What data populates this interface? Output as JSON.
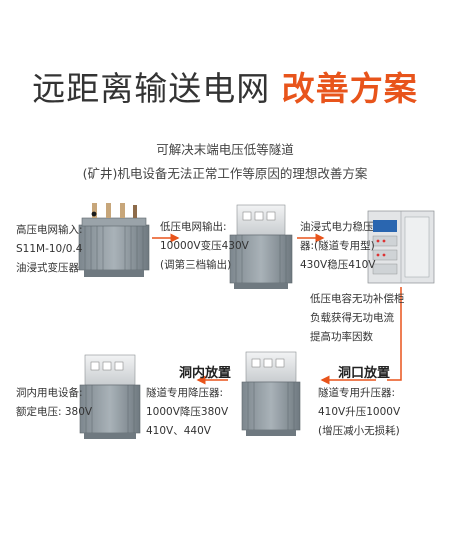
{
  "title": {
    "part1": "远距离输送电网",
    "part2": "改善方案"
  },
  "subtitle": {
    "line1": "可解决末端电压低等隧道",
    "line2": "(矿井)机电设备无法正常工作等原因的理想改善方案"
  },
  "steps": {
    "s1": [
      "高压电网输入:",
      "S11M-10/0.4",
      "油浸式变压器"
    ],
    "s2": [
      "低压电网输出:",
      "10000V变压430V",
      "(调第三档输出)"
    ],
    "s3": [
      "油浸式电力稳压",
      "器:(隧道专用型)",
      "430V稳压410V"
    ],
    "s4": [
      "低压电容无功补偿柜",
      "负载获得无功电流",
      "提高功率因数"
    ],
    "s5": [
      "隧道专用升压器:",
      "410V升压1000V",
      "(增压减小无损耗)"
    ],
    "s6": [
      "隧道专用降压器:",
      "1000V降压380V",
      "410V、440V"
    ],
    "s7": [
      "洞内用电设备:",
      "额定电压:  380V"
    ]
  },
  "locations": {
    "portal": "洞口放置",
    "inside": "洞内放置"
  },
  "colors": {
    "accent": "#e8541b",
    "arrow": "#e8541b",
    "tank": "#8f9aa1",
    "cabinet": "#e3e5e7"
  }
}
